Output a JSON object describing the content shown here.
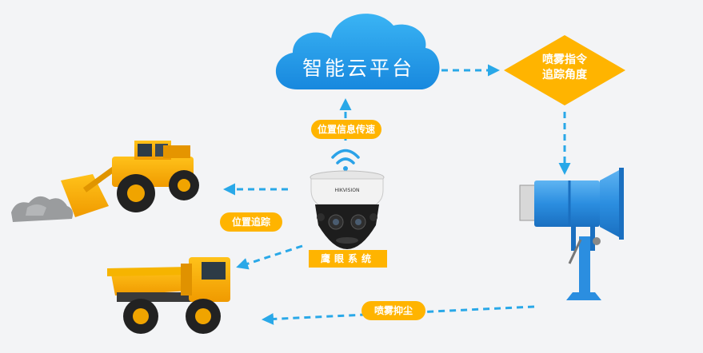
{
  "platform": {
    "title": "智能云平台"
  },
  "command": {
    "line1": "喷雾指令",
    "line2": "追踪角度"
  },
  "labels": {
    "transmit": "位置信息传速",
    "tracking": "位置追踪",
    "system": "鹰眼系统",
    "dust": "喷雾抑尘"
  },
  "camera": {
    "brand": "HIKVISION"
  },
  "colors": {
    "cloud": "#1ea0f0",
    "accent": "#ffb400",
    "arrow": "#29a8e8",
    "cannon": "#2b8ee0"
  }
}
